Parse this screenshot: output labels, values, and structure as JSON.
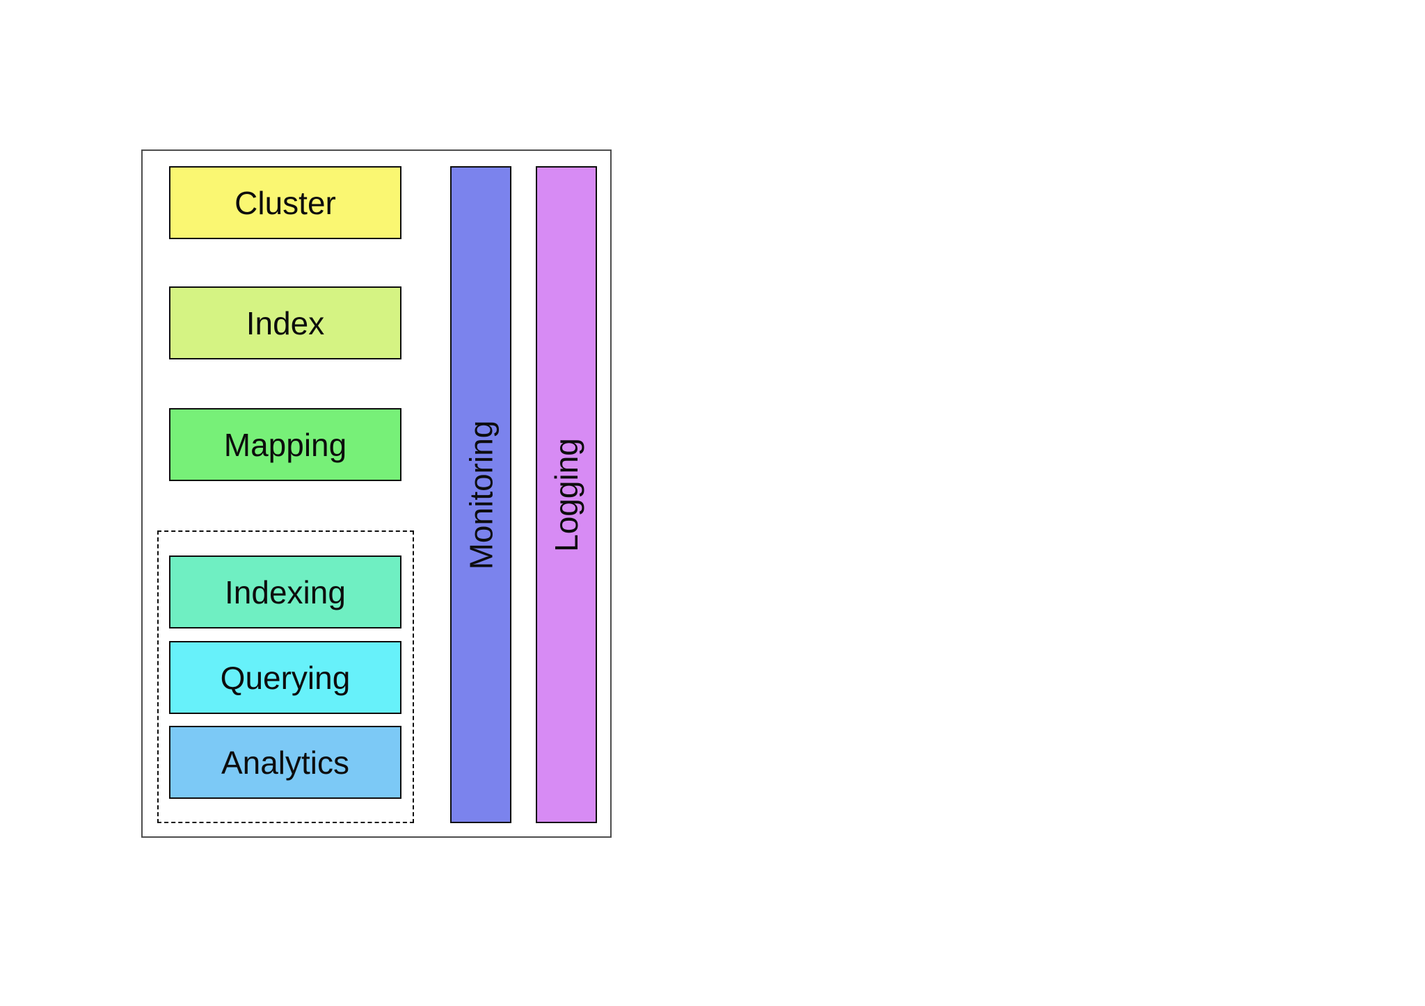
{
  "diagram": {
    "nodes": [
      {
        "label": "Cluster",
        "fill": "#FAF772"
      },
      {
        "label": "Index",
        "fill": "#D5F383"
      },
      {
        "label": "Mapping",
        "fill": "#77F078"
      },
      {
        "label": "Indexing",
        "fill": "#6FEFC2"
      },
      {
        "label": "Querying",
        "fill": "#67F1FA"
      },
      {
        "label": "Analytics",
        "fill": "#7CC9F6"
      }
    ],
    "sidebars": [
      {
        "label": "Monitoring",
        "fill": "#7B83ED"
      },
      {
        "label": "Logging",
        "fill": "#D78BF4"
      }
    ],
    "colors": {
      "background": "#ffffff",
      "outer_border": "#4d4d4d",
      "node_border": "#0d0d0d",
      "dashed_border": "#0d0d0d",
      "text": "#0d0d0d"
    }
  }
}
